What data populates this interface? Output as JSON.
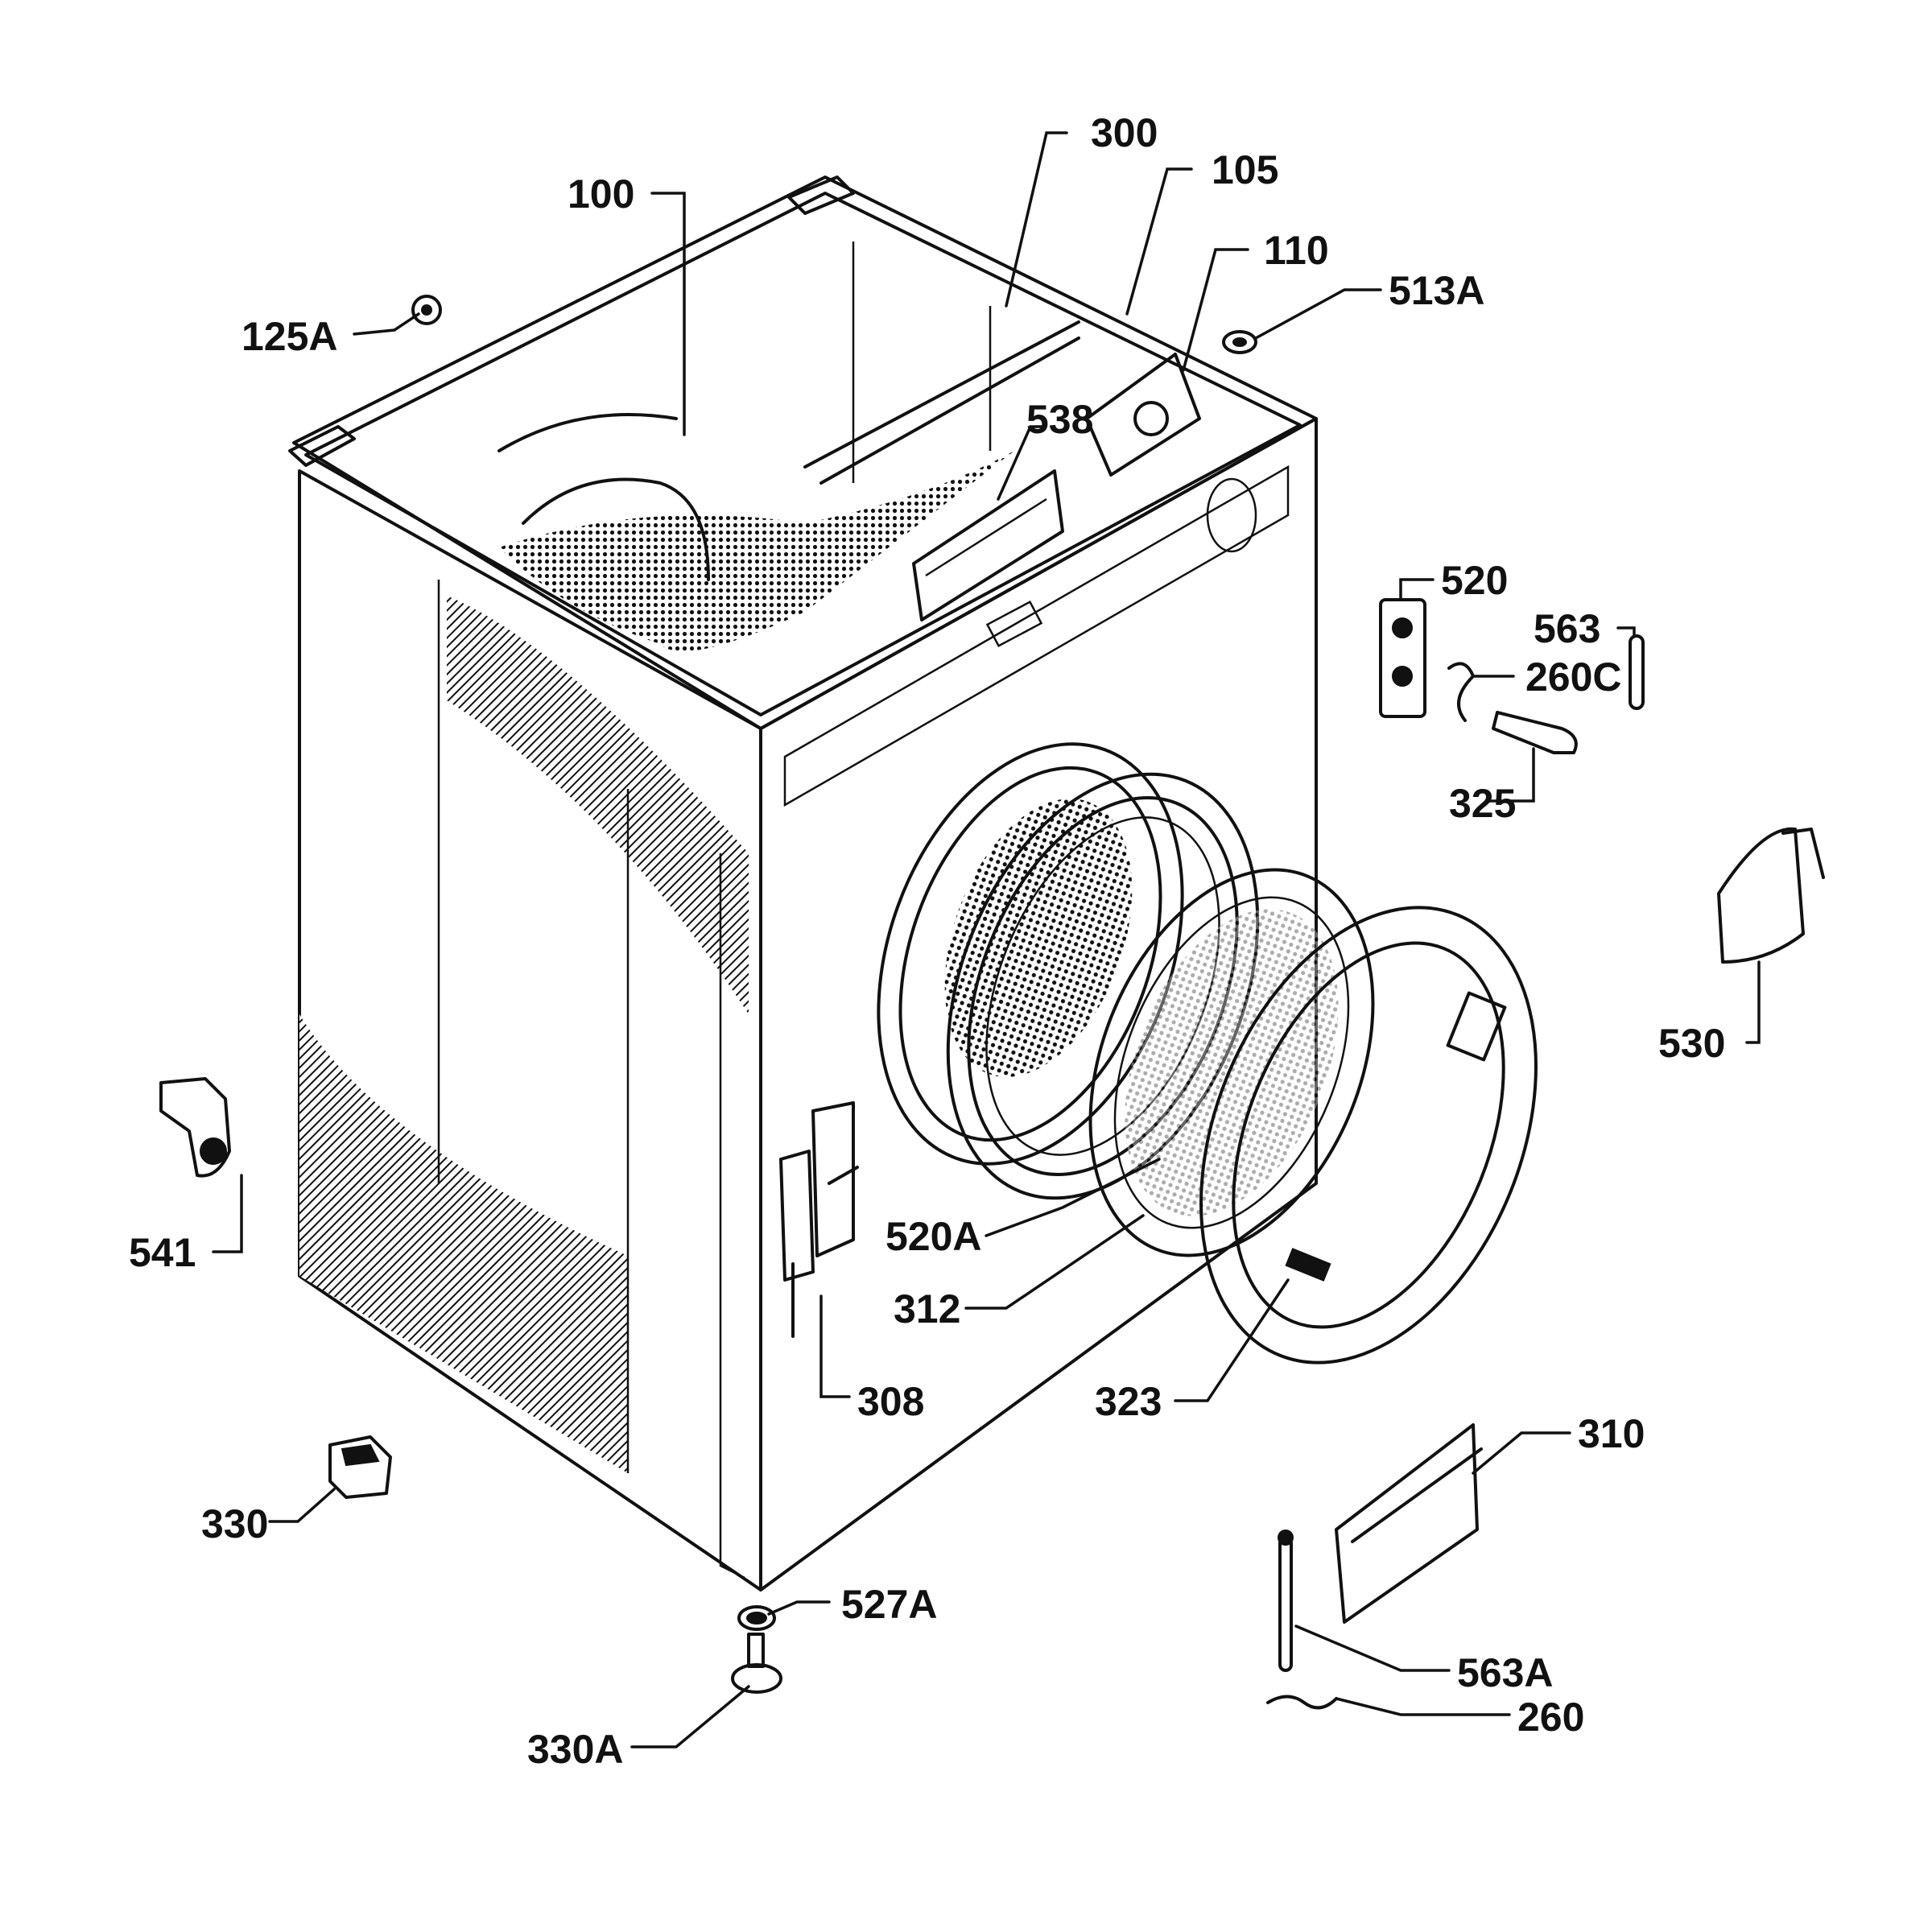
{
  "diagram": {
    "labels": {
      "l300": "300",
      "l105": "105",
      "l100": "100",
      "l110": "110",
      "l513A": "513A",
      "l125A": "125A",
      "l538": "538",
      "l520": "520",
      "l563": "563",
      "l260C": "260C",
      "l325": "325",
      "l530": "530",
      "l541": "541",
      "l520A": "520A",
      "l312": "312",
      "l308": "308",
      "l323": "323",
      "l310": "310",
      "l330": "330",
      "l527A": "527A",
      "l563A": "563A",
      "l260": "260",
      "l330A": "330A"
    }
  }
}
